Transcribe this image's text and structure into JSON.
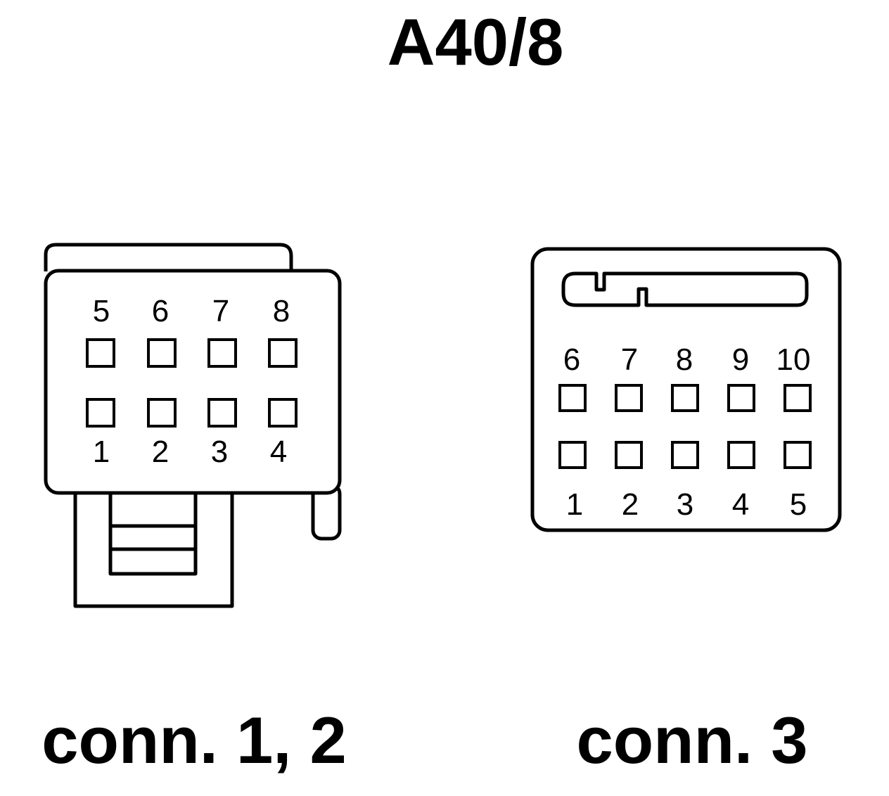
{
  "title": "A40/8",
  "connectors": {
    "left": {
      "caption": "conn. 1, 2",
      "top_row_labels": [
        "5",
        "6",
        "7",
        "8"
      ],
      "bottom_row_labels": [
        "1",
        "2",
        "3",
        "4"
      ]
    },
    "right": {
      "caption": "conn. 3",
      "top_row_labels": [
        "6",
        "7",
        "8",
        "9",
        "10"
      ],
      "bottom_row_labels": [
        "1",
        "2",
        "3",
        "4",
        "5"
      ]
    }
  }
}
